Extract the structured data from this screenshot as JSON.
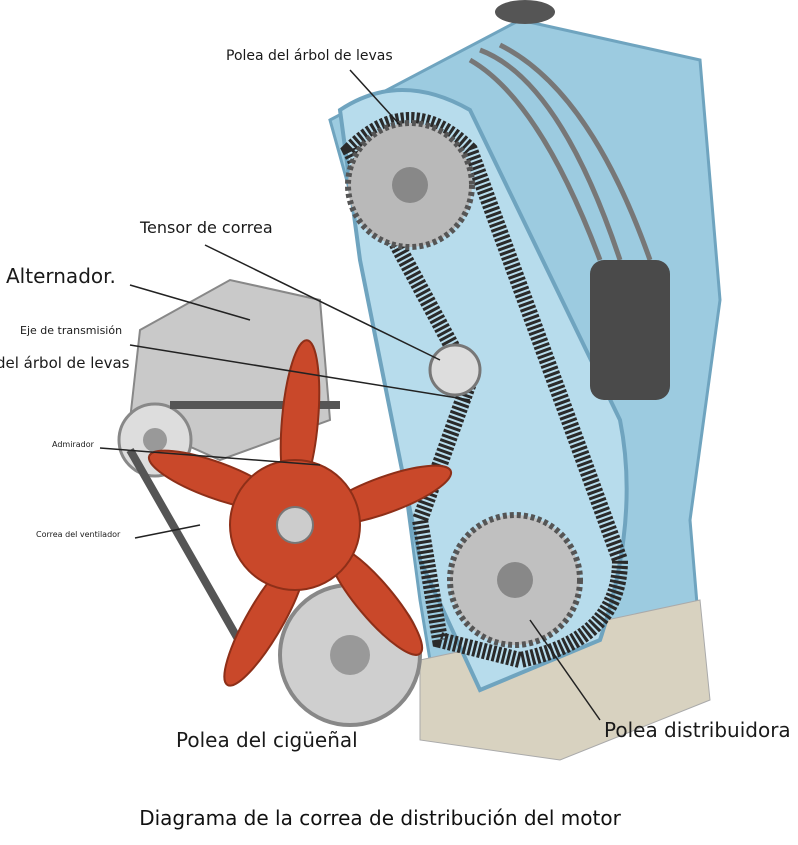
{
  "diagram": {
    "caption": "Diagrama de la correa de distribución del motor",
    "labels": {
      "camshaft_pulley": "Polea del árbol de levas",
      "belt_tensioner": "Tensor de correa",
      "alternator": "Alternador.",
      "drive_shaft_line1": "Eje de transmisión",
      "drive_shaft_line2": "del árbol de levas",
      "fan": "Admirador",
      "fan_belt": "Correa del ventilador",
      "crankshaft_pulley": "Polea del cigüeñal",
      "distributor_pulley": "Polea distribuidora"
    },
    "colors": {
      "engine_block": "#8fc3dc",
      "fan": "#c9482a",
      "belt": "#2a2a2a"
    }
  }
}
